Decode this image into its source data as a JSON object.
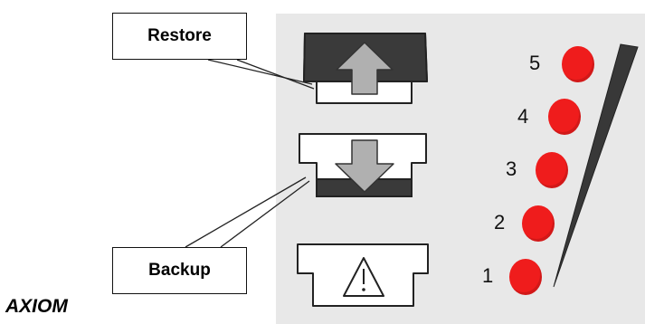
{
  "callouts": {
    "restore": "Restore",
    "backup": "Backup"
  },
  "brand": "AXIOM",
  "buttons": [
    {
      "id": "restore",
      "icon": "arrow-up-icon"
    },
    {
      "id": "backup",
      "icon": "arrow-down-icon"
    },
    {
      "id": "warning",
      "icon": "warning-triangle-icon"
    }
  ],
  "leds": [
    {
      "label": "5",
      "color": "#ef1c1c"
    },
    {
      "label": "4",
      "color": "#ef1c1c"
    },
    {
      "label": "3",
      "color": "#ef1c1c"
    },
    {
      "label": "2",
      "color": "#ef1c1c"
    },
    {
      "label": "1",
      "color": "#ef1c1c"
    }
  ],
  "colors": {
    "panel": "#e8e8e8",
    "button_dark": "#3a3a3a",
    "arrow": "#b0b0b0",
    "led": "#ef1c1c"
  }
}
